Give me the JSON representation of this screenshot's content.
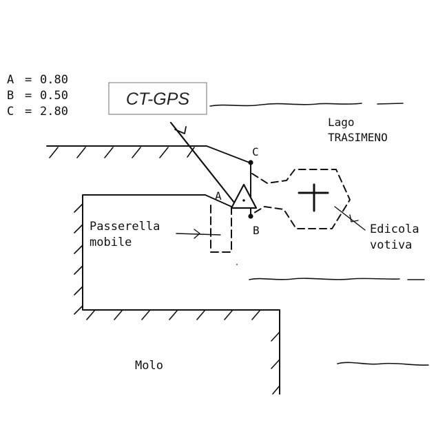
{
  "measurements": [
    {
      "label": "A",
      "value": "0.80"
    },
    {
      "label": "B",
      "value": "0.50"
    },
    {
      "label": "C",
      "value": "2.80"
    }
  ],
  "title_box": "CT-GPS",
  "lake": {
    "line1": "Lago",
    "line2": "TRASIMENO"
  },
  "point_labels": {
    "a": "A",
    "b": "B",
    "c": "C"
  },
  "walkway": {
    "line1": "Passerella",
    "line2": "mobile"
  },
  "shrine": {
    "line1": "Edicola",
    "line2": "votiva"
  },
  "pier": "Molo",
  "icons": {
    "station": "triangle-survey-marker-icon",
    "cross": "cross-icon",
    "arrow": "pointer-arrow-icon"
  }
}
